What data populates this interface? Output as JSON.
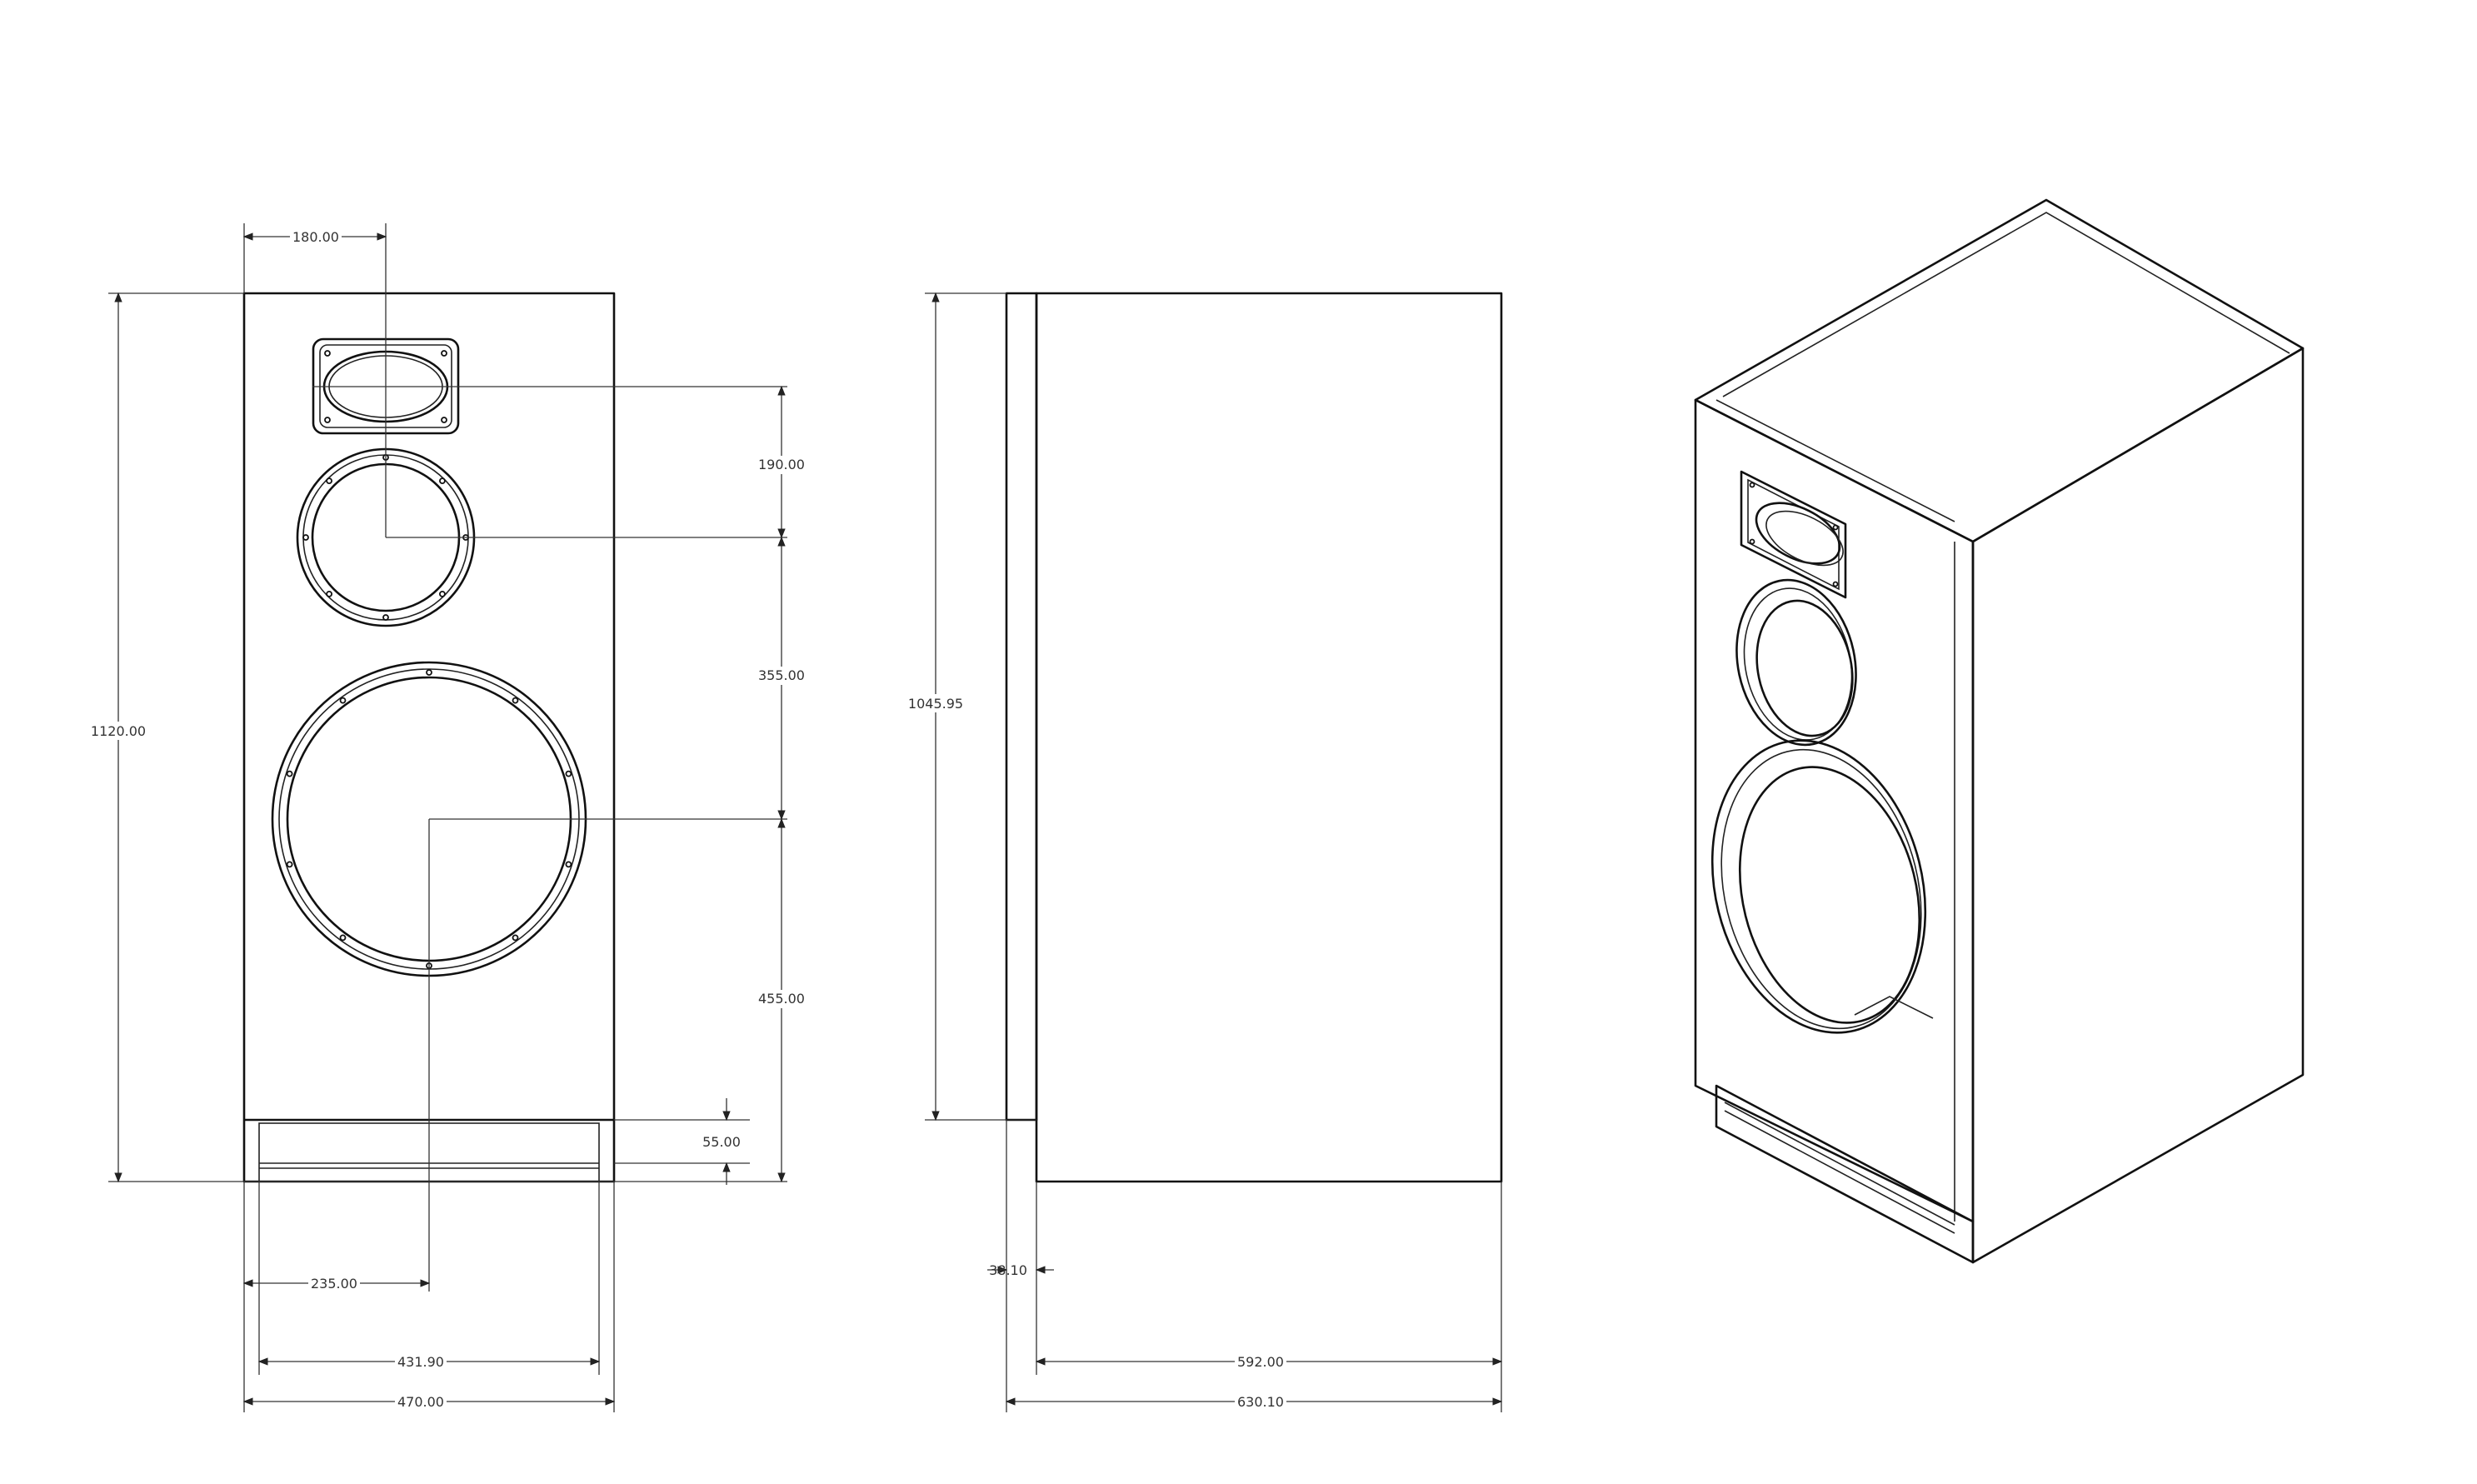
{
  "front_view": {
    "dims": {
      "tweeter_offset": "180.00",
      "total_height": "1120.00",
      "tweeter_to_mid": "190.00",
      "mid_to_woofer": "355.00",
      "woofer_height": "455.00",
      "plinth_height": "55.00",
      "woofer_offset": "235.00",
      "inner_width": "431.90",
      "total_width": "470.00"
    }
  },
  "side_view": {
    "dims": {
      "cabinet_height": "1045.95",
      "baffle_thickness": "38.10",
      "body_depth": "592.00",
      "total_depth": "630.10"
    }
  },
  "iso_view": {}
}
